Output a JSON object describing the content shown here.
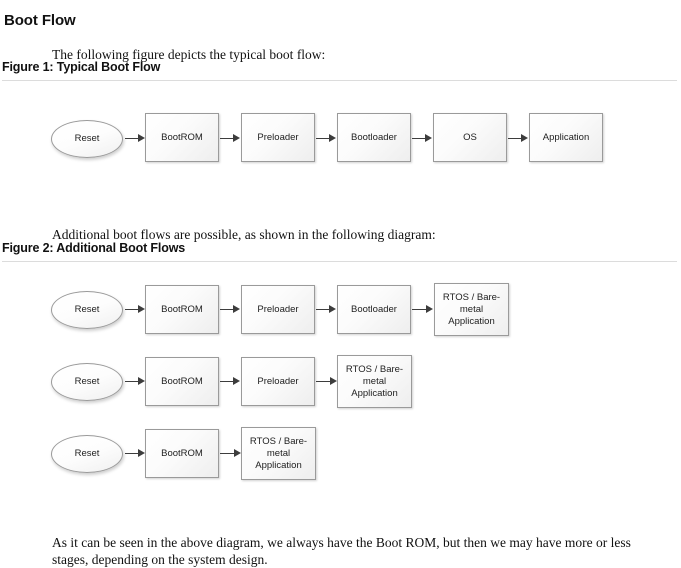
{
  "document": {
    "title": "Boot Flow",
    "paragraphs": {
      "intro": "The following figure depicts the typical boot flow:",
      "middle": "Additional boot flows are possible, as shown in the following diagram:",
      "closing": "As it can be seen in the above diagram, we always have the Boot ROM, but then we may have more or less stages, depending on the system design."
    }
  },
  "figures": [
    {
      "caption": "Figure 1: Typical Boot Flow",
      "rows": [
        {
          "nodes": [
            {
              "label": "Reset",
              "shape": "ellipse"
            },
            {
              "label": "BootROM",
              "shape": "rect"
            },
            {
              "label": "Preloader",
              "shape": "rect"
            },
            {
              "label": "Bootloader",
              "shape": "rect"
            },
            {
              "label": "OS",
              "shape": "rect"
            },
            {
              "label": "Application",
              "shape": "rect"
            }
          ]
        }
      ]
    },
    {
      "caption": "Figure 2: Additional Boot Flows",
      "rows": [
        {
          "nodes": [
            {
              "label": "Reset",
              "shape": "ellipse"
            },
            {
              "label": "BootROM",
              "shape": "rect"
            },
            {
              "label": "Preloader",
              "shape": "rect"
            },
            {
              "label": "Bootloader",
              "shape": "rect"
            },
            {
              "label": "RTOS / Bare-metal Application",
              "shape": "rect-tall"
            }
          ]
        },
        {
          "nodes": [
            {
              "label": "Reset",
              "shape": "ellipse"
            },
            {
              "label": "BootROM",
              "shape": "rect"
            },
            {
              "label": "Preloader",
              "shape": "rect"
            },
            {
              "label": "RTOS / Bare-metal Application",
              "shape": "rect-tall"
            }
          ]
        },
        {
          "nodes": [
            {
              "label": "Reset",
              "shape": "ellipse"
            },
            {
              "label": "BootROM",
              "shape": "rect"
            },
            {
              "label": "RTOS / Bare-metal Application",
              "shape": "rect-tall"
            }
          ]
        }
      ]
    }
  ],
  "colors": {
    "text": "#111111",
    "node_border": "#9a9a9a",
    "arrow": "#3d3d3d",
    "rule": "#dcdcdc",
    "background": "#ffffff"
  }
}
